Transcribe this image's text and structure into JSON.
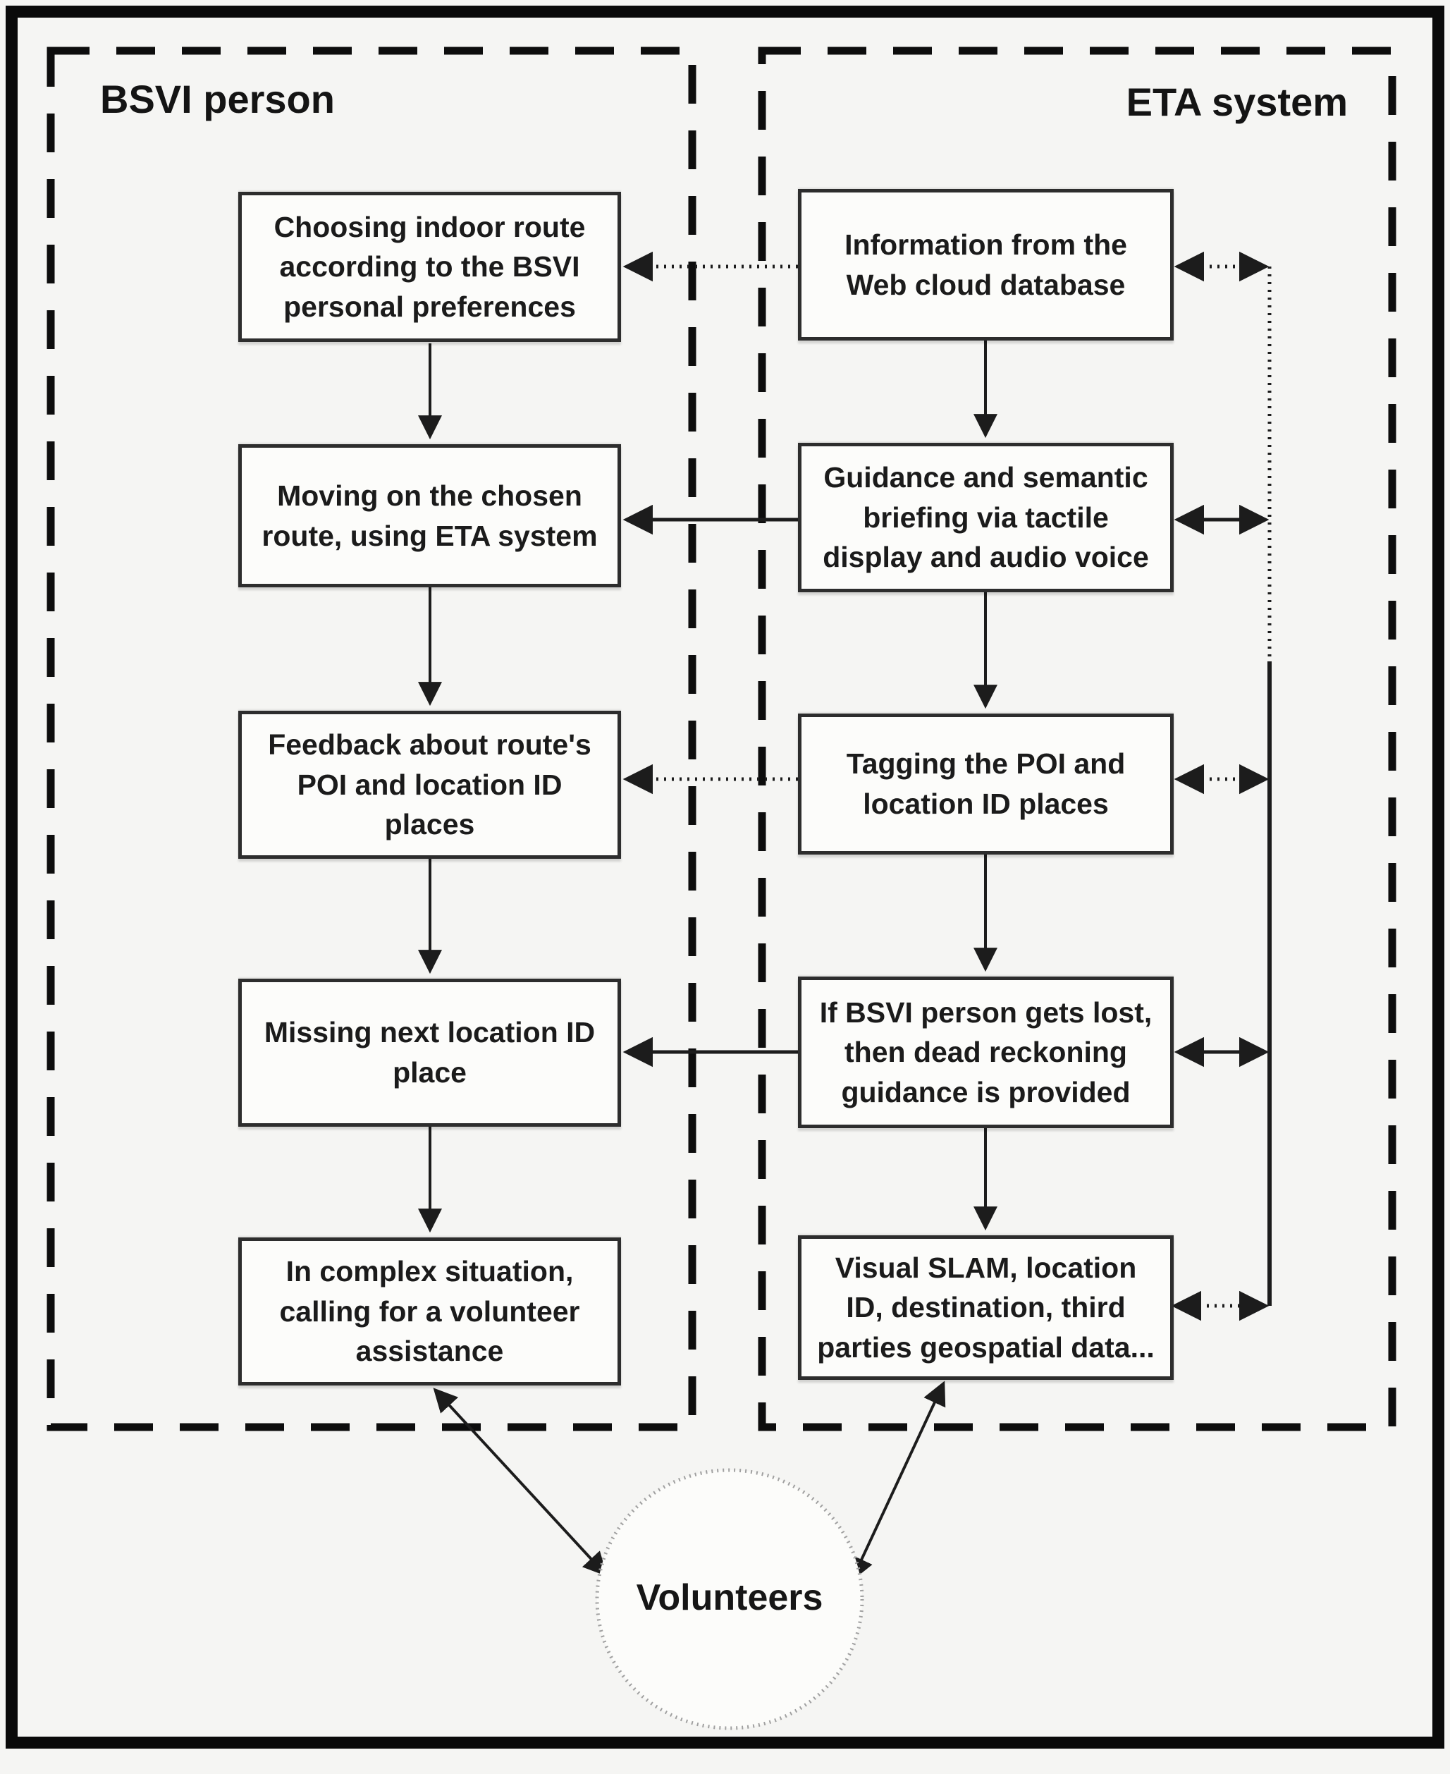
{
  "figure": {
    "background_color": "#f5f5f3",
    "line_color": "#1c1c1c",
    "ellipse_border_color": "#a0a0a0",
    "panels": [
      {
        "id": "bsvi",
        "title": "BSVI person"
      },
      {
        "id": "eta",
        "title": "ETA system"
      }
    ],
    "left_boxes": [
      "Choosing indoor route according to the BSVI personal preferences",
      "Moving on the chosen route, using ETA system",
      "Feedback about route's POI and location ID places",
      "Missing next location ID place",
      "In complex situation, calling for a volunteer assistance"
    ],
    "right_boxes": [
      "Information from the Web cloud database",
      "Guidance and semantic briefing via tactile display and audio voice",
      "Tagging the POI and location ID places",
      "If BSVI person gets lost, then dead reckoning guidance is provided",
      "Visual SLAM, location ID, destination, third parties geospatial data..."
    ],
    "volunteers_label": "Volunteers"
  }
}
